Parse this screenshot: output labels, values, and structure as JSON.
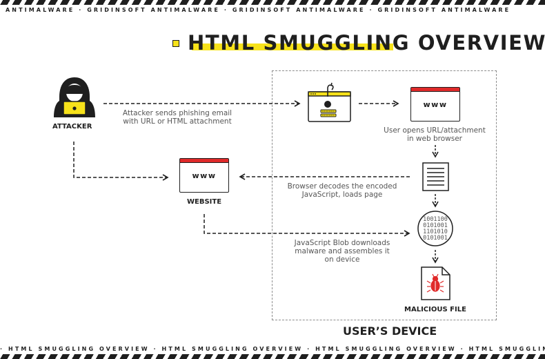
{
  "banner": {
    "top_text": "ANTIMALWARE · GRIDINSOFT ANTIMALWARE · GRIDINSOFT ANTIMALWARE · GRIDINSOFT ANTIMALWARE",
    "bottom_text": "· HTML SMUGGLING OVERVIEW · HTML SMUGGLING OVERVIEW · HTML SMUGGLING OVERVIEW · HTML SMUGGLING"
  },
  "title": "HTML SMUGGLING OVERVIEW",
  "nodes": {
    "attacker_label": "ATTACKER",
    "website_label": "WEBSITE",
    "website_www": "www",
    "browser_www": "www",
    "malicious_file_label": "MALICIOUS FILE",
    "binary_lines": [
      "1001100",
      "0101001",
      "1101010",
      "0101001"
    ]
  },
  "steps": {
    "send_email": [
      "Attacker sends phishing email",
      "with URL or HTML attachment"
    ],
    "open_url": [
      "User opens URL/attachment",
      "in web browser"
    ],
    "decode": [
      "Browser decodes the encoded",
      "JavaScript, loads page"
    ],
    "blob": [
      "JavaScript Blob downloads",
      "malware and assembles it",
      "on device"
    ]
  },
  "device_title": "USER’S DEVICE",
  "colors": {
    "accent_yellow": "#f7e21a",
    "accent_red": "#e02a2a",
    "ink": "#1f1f1f",
    "caption_gray": "#555555"
  },
  "icons": {
    "attacker": "hooded-hacker-icon",
    "email": "phishing-email-icon",
    "browser": "browser-window-icon",
    "document": "document-icon",
    "binary": "binary-disc-icon",
    "malicious_file": "bug-file-icon"
  }
}
